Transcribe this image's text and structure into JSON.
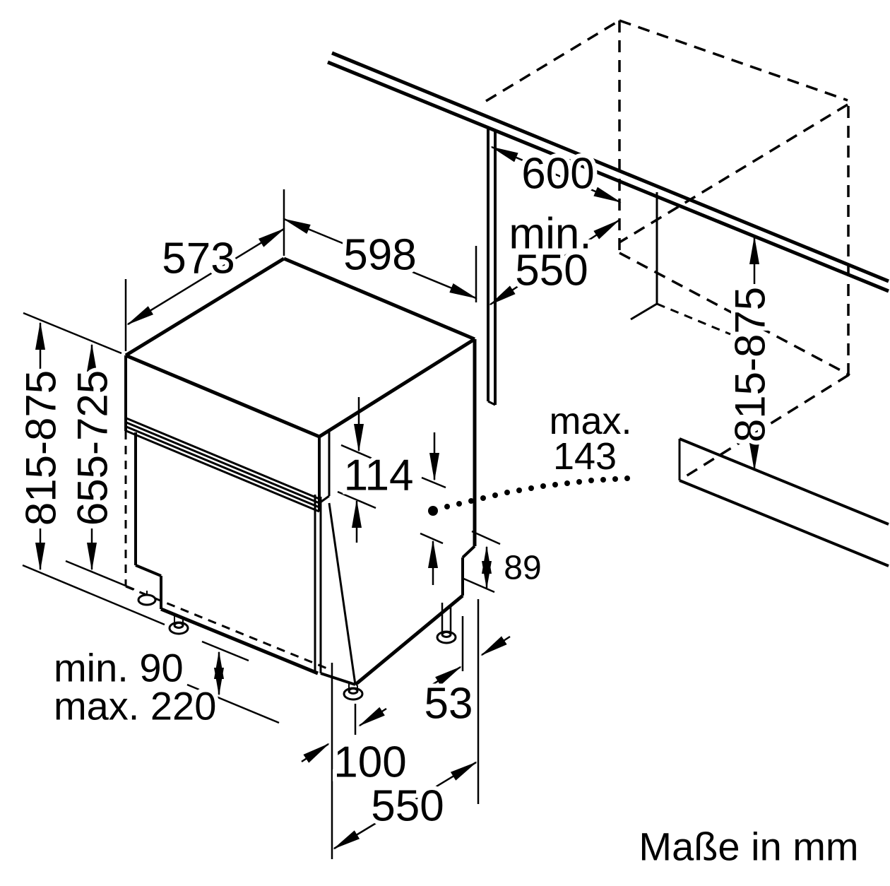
{
  "page": {
    "kind": "appliance installation drawing",
    "colors": {
      "ink": "#000000",
      "background": "#ffffff"
    }
  },
  "labels": {
    "dw_depth": "573",
    "dw_width": "598",
    "counter_depth": "600",
    "niche_depth_word": "min.",
    "niche_depth_value": "550",
    "niche_height": "815-875",
    "appliance_height": "815-875",
    "furniture_door_height": "655-725",
    "panel_height": "114",
    "door_offset_word": "max.",
    "door_offset_value": "143",
    "base_recess_height": "89",
    "base_recess_depth": "53",
    "plinth_min": "min. 90",
    "plinth_max": "max. 220",
    "plinth_depth": "100",
    "dw_depth_total": "550",
    "caption": "Maße in mm"
  }
}
